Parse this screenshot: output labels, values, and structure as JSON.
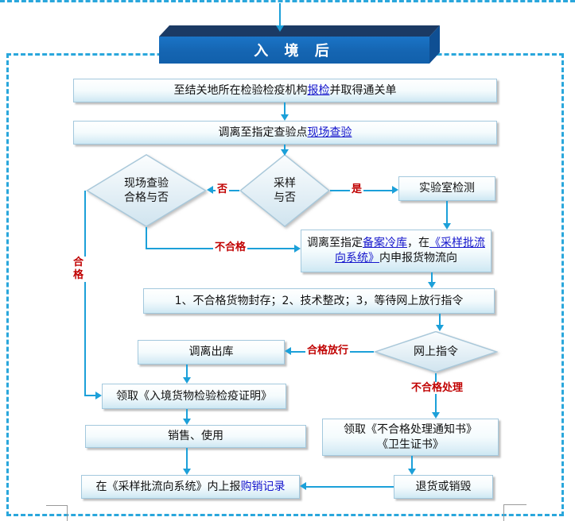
{
  "colors": {
    "accent_blue": "#1CA0D9",
    "frame_blue": "#2AA7DC",
    "header_blue": "#1565B2",
    "label_red": "#C00000",
    "link_blue": "#1515CC"
  },
  "header": {
    "title": "入 境 后"
  },
  "nodes": {
    "report": {
      "pre": "至结关地所在检验检疫机构",
      "link": "报检",
      "post": "并取得通关单"
    },
    "move": {
      "pre": "调离至指定查验点",
      "link": "现场查验"
    },
    "site": {
      "line1": "现场查验",
      "line2": "合格与否"
    },
    "sampling": {
      "line1": "采样",
      "line2": "与否"
    },
    "lab": {
      "label": "实验室检测"
    },
    "cold": {
      "pre": "调离至指定",
      "link1": "备案冷库",
      "mid": "，在",
      "link2": "《采样批流向系统》",
      "post": "内申报货物流向"
    },
    "seal": {
      "label": "1、不合格货物封存；2、技术整改；3，等待网上放行指令"
    },
    "outbound": {
      "label": "调离出库"
    },
    "online": {
      "label": "网上指令"
    },
    "cert": {
      "label": "领取《入境货物检验检疫证明》"
    },
    "sale": {
      "label": "销售、使用"
    },
    "record": {
      "pre": "在《采样批流向系统》内上报",
      "link": "购销记录"
    },
    "notice": {
      "line1": "领取《不合格处理通知书》",
      "line2": "《卫生证书》"
    },
    "return": {
      "label": "退货或销毁"
    }
  },
  "labels": {
    "no": "否",
    "yes": "是",
    "unqualified": "不合格",
    "qualified": "合格",
    "pass_release": "合格放行",
    "fail_handle": "不合格处理"
  }
}
